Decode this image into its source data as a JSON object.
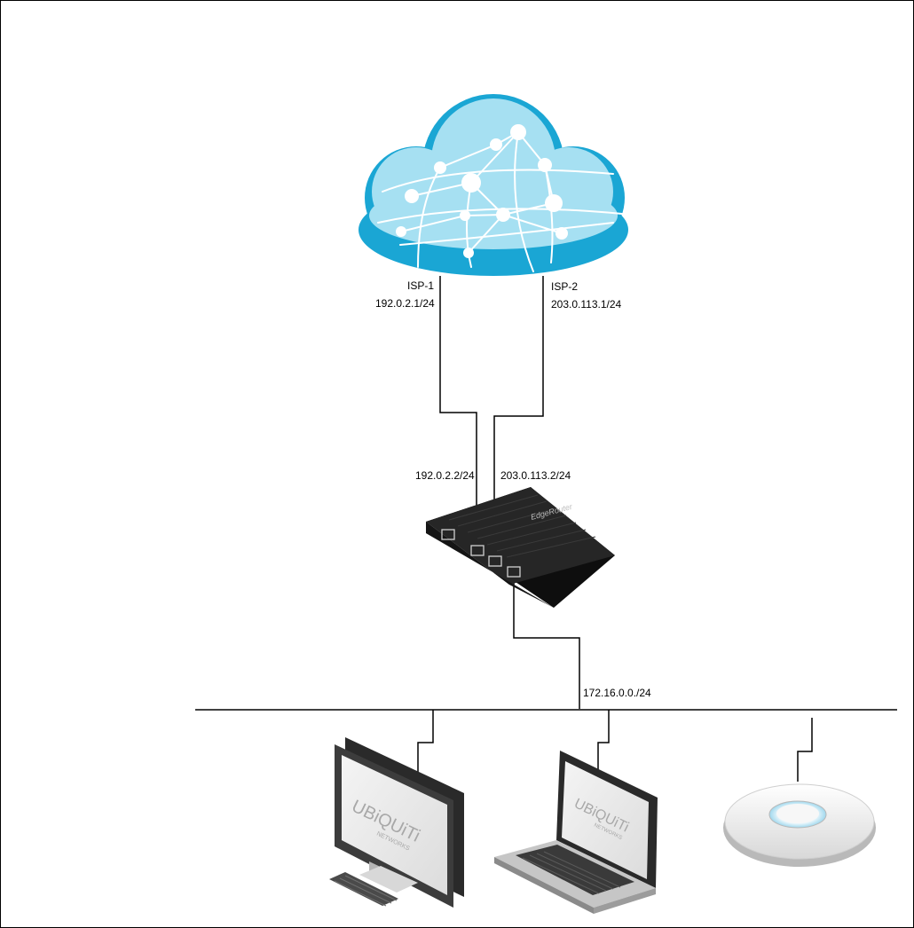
{
  "isp1": {
    "name": "ISP-1",
    "gateway": "192.0.2.1/24"
  },
  "isp2": {
    "name": "ISP-2",
    "gateway": "203.0.113.1/24"
  },
  "router": {
    "wan1_ip": "192.0.2.2/24",
    "wan2_ip": "203.0.113.2/24",
    "brand_mark": "EdgeRouter"
  },
  "lan": {
    "subnet": "172.16.0.0./24"
  },
  "devices": {
    "desktop_logo": "UBiQUiTi",
    "desktop_logo_sub": "NETWORKS",
    "laptop_logo": "UBiQUiTi",
    "laptop_logo_sub": "NETWORKS"
  },
  "colors": {
    "cloud_light": "#a6e0f2",
    "cloud_dark": "#1aa6d4",
    "router_body": "#1c1c1c",
    "line": "#000000"
  }
}
